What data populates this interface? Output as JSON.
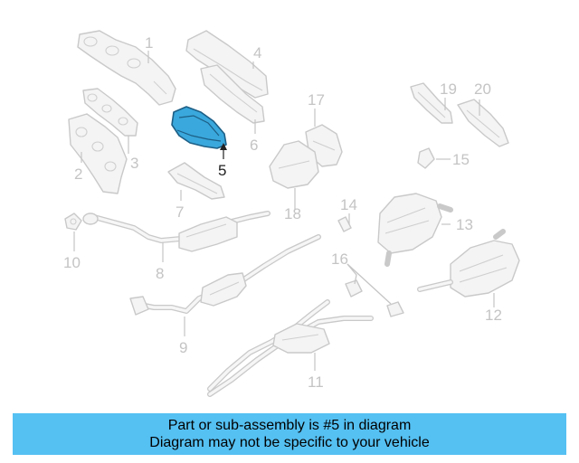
{
  "diagram": {
    "highlight_color": "#3aa8dc",
    "highlighted_part": "5",
    "callouts": [
      "1",
      "2",
      "3",
      "4",
      "5",
      "6",
      "7",
      "8",
      "9",
      "10",
      "11",
      "12",
      "13",
      "14",
      "15",
      "16",
      "17",
      "18",
      "19",
      "20"
    ]
  },
  "banner": {
    "background": "#55c0f2",
    "line1": "Part or sub-assembly is #5 in diagram",
    "line2": "Diagram may not be specific to your vehicle"
  }
}
